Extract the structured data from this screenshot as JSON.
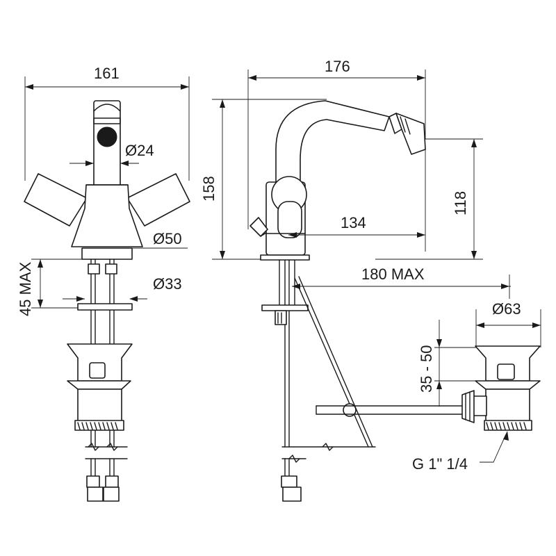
{
  "labels": {
    "front_width": "161",
    "spout_diameter": "Ø24",
    "body_diameter": "Ø50",
    "base_diameter": "Ø33",
    "deck_thickness": "45 MAX",
    "side_depth": "176",
    "total_height": "158",
    "outlet_height": "118",
    "spout_reach": "134",
    "rod_reach": "180 MAX",
    "waste_diameter": "Ø63",
    "waste_range": "35 - 50",
    "thread": "G 1\" 1/4"
  }
}
